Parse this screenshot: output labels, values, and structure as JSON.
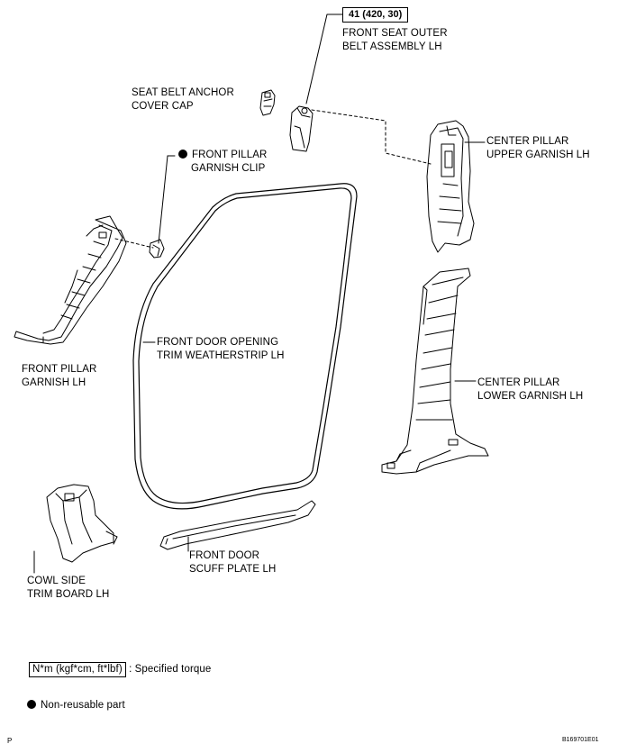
{
  "torque": "41 (420, 30)",
  "labels": {
    "belt": [
      "FRONT SEAT OUTER",
      "BELT ASSEMBLY LH"
    ],
    "anchor": [
      "SEAT BELT ANCHOR",
      "COVER CAP"
    ],
    "clip": [
      "FRONT PILLAR",
      "GARNISH CLIP"
    ],
    "center_upper": [
      "CENTER PILLAR",
      "UPPER GARNISH LH"
    ],
    "front_pillar": [
      "FRONT PILLAR",
      "GARNISH LH"
    ],
    "weatherstrip": [
      "FRONT DOOR OPENING",
      "TRIM WEATHERSTRIP LH"
    ],
    "center_lower": [
      "CENTER PILLAR",
      "LOWER GARNISH LH"
    ],
    "cowl": [
      "COWL SIDE",
      "TRIM BOARD LH"
    ],
    "scuff": [
      "FRONT DOOR",
      "SCUFF PLATE LH"
    ]
  },
  "legend": {
    "torque_unit": "N*m (kgf*cm, ft*lbf)",
    "torque_text": ": Specified torque",
    "nonreusable": "Non-reusable part"
  },
  "footer": {
    "left": "P",
    "right": "B169701E01"
  }
}
